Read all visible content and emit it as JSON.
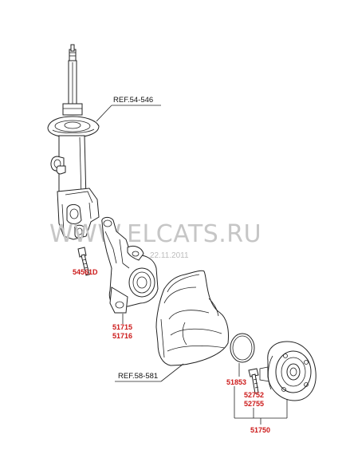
{
  "references": {
    "strut": "REF.54-546",
    "dust_cover": "REF.58-581"
  },
  "parts": {
    "bolt": "54561D",
    "knuckle_1": "51715",
    "knuckle_2": "51716",
    "snap_ring": "51853",
    "hub_bolt_1": "52752",
    "hub_bolt_2": "52755",
    "hub_assembly": "51750"
  },
  "watermark": {
    "brand": "WWW.ELCATS.RU",
    "date": "22.11.2011"
  },
  "colors": {
    "part_number": "#cc1a1a",
    "line": "#222222",
    "watermark": "#c6c6c6"
  }
}
